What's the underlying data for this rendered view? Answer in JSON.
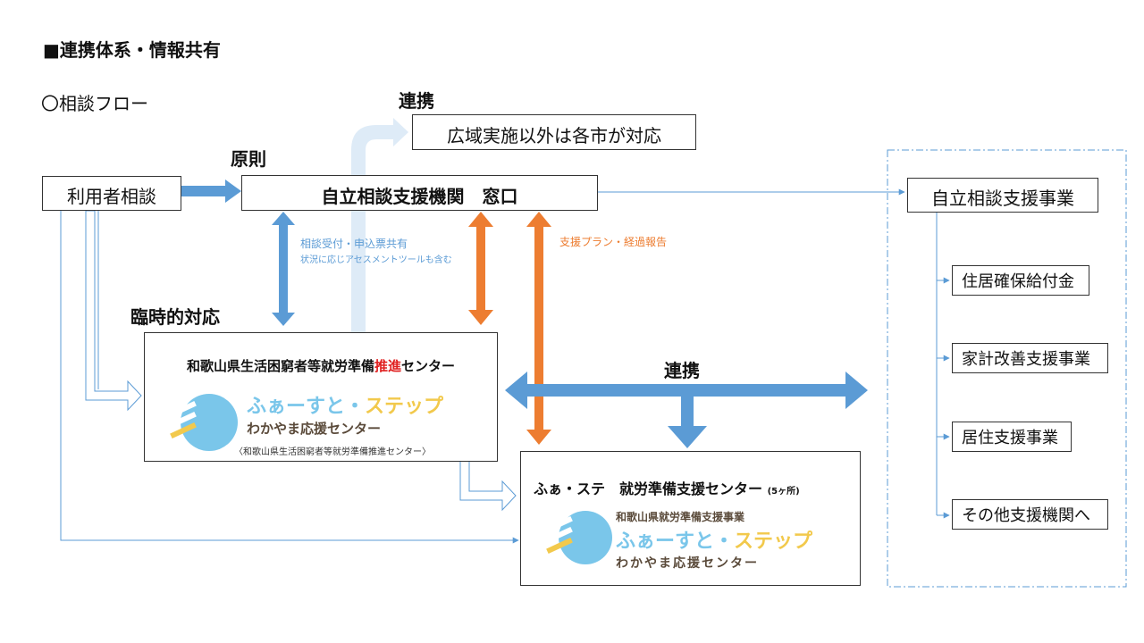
{
  "title": "■連携体系・情報共有",
  "subtitle": "〇相談フロー",
  "labels": {
    "renkei_top": "連携",
    "gensoku": "原則",
    "rinji": "臨時的対応",
    "renkei_mid": "連携"
  },
  "boxes": {
    "user": "利用者相談",
    "madoguchi": "自立相談支援機関　窓口",
    "kouiki": "広域実施以外は各市が対応",
    "jiritsu": "自立相談支援事業",
    "center_title_a": "和歌山県生活困窮者等就労準備",
    "center_title_b": "推進",
    "center_title_c": "センター",
    "center_sub": "〈和歌山県生活困窮者等就労準備推進センター〉",
    "fasute_title": "ふぁ・ステ　就労準備支援センター",
    "fasute_count": "(5ヶ所)",
    "fasute_sub": "和歌山県就労準備支援事業"
  },
  "logo": {
    "name_a": "ふぁーすと・",
    "name_b": "ステップ",
    "tagline": "わかやま応援センター"
  },
  "arrow_labels": {
    "consult_1": "相談受付・申込票共有",
    "consult_2": "状況に応じアセスメントツールも含む",
    "plan": "支援プラン・経過報告"
  },
  "side_items": [
    "住居確保給付金",
    "家計改善支援事業",
    "居住支援事業",
    "その他支援機関へ"
  ],
  "colors": {
    "blue": "#5b9bd5",
    "orange": "#ed7d31",
    "light_blue": "#deebf7",
    "red": "#e02020",
    "line": "#5b9bd5",
    "logo_blue": "#7ac6ea",
    "logo_yellow": "#f2c94c",
    "logo_brown": "#5a4a3a"
  }
}
